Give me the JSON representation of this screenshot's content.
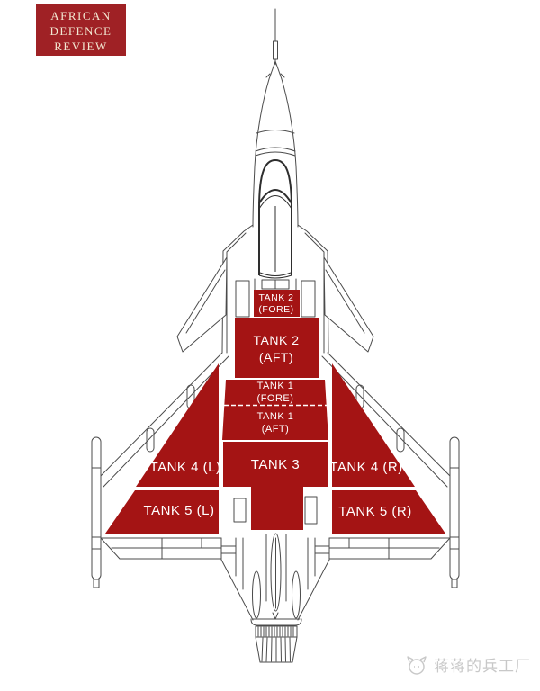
{
  "logo": {
    "line1": "AFRICAN",
    "line2": "DEFENCE",
    "line3": "REVIEW"
  },
  "colors": {
    "tank_fill": "#a41414",
    "logo_bg": "#9f2125",
    "logo_text": "#f2e8d2",
    "line_art": "#4b4b4b",
    "label_text": "#ffffff",
    "watermark_text": "#c8c8c8"
  },
  "tanks": {
    "tank2_fore": {
      "line1": "TANK 2",
      "line2": "(FORE)"
    },
    "tank2_aft": {
      "line1": "TANK 2",
      "line2": "(AFT)"
    },
    "tank1_fore": {
      "line1": "TANK 1",
      "line2": "(FORE)"
    },
    "tank1_aft": {
      "line1": "TANK 1",
      "line2": "(AFT)"
    },
    "tank3": {
      "line1": "TANK 3"
    },
    "tank4_l": {
      "line1": "TANK 4 (L)"
    },
    "tank4_r": {
      "line1": "TANK 4 (R)"
    },
    "tank5_l": {
      "line1": "TANK 5 (L)"
    },
    "tank5_r": {
      "line1": "TANK 5 (R)"
    }
  },
  "watermark": {
    "text": "蒋蒋的兵工厂"
  }
}
